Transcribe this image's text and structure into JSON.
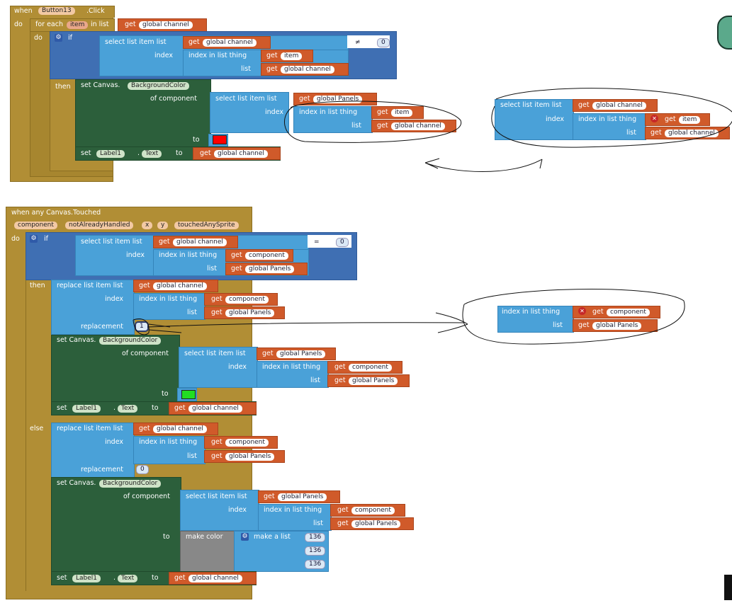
{
  "b1": {
    "when": "when",
    "button": "Button13",
    "click": ".Click",
    "do": "do",
    "foreach": "for each",
    "item": "item",
    "inlist": "in list",
    "get": "get",
    "gch": "global channel",
    "do2": "do",
    "if": "if",
    "sel": "select list item  list",
    "index": "index",
    "iil": "index in list  thing",
    "item2": "item",
    "list": "list",
    "neq": "≠",
    "zero": "0",
    "then": "then",
    "setc": "set Canvas.",
    "bg": "BackgroundColor",
    "ofc": "of component",
    "gp": "global Panels",
    "to": "to",
    "setl": "set",
    "label": "Label1",
    "dot": ".",
    "text": "Text",
    "red": "#ff0000"
  },
  "f1": {
    "sel": "select list item  list",
    "get": "get",
    "gch": "global channel",
    "index": "index",
    "iil": "index in list  thing",
    "item": "item",
    "list": "list"
  },
  "b2": {
    "when": "when any Canvas.Touched",
    "component": "component",
    "nah": "notAlreadyHandled",
    "x": "x",
    "y": "y",
    "tas": "touchedAnySprite",
    "do": "do",
    "if": "if",
    "sel": "select list item  list",
    "get": "get",
    "gch": "global channel",
    "index": "index",
    "iil": "index in list  thing",
    "comp": "component",
    "list": "list",
    "gp": "global Panels",
    "eq": "=",
    "zero": "0",
    "then": "then",
    "rep": "replace list item  list",
    "replacement": "replacement",
    "one": "1",
    "setc": "set Canvas.",
    "bg": "BackgroundColor",
    "ofc": "of component",
    "to": "to",
    "green": "#22dd22",
    "setl": "set",
    "label": "Label1",
    "dot": ".",
    "text": "Text",
    "else": "else",
    "makecolor": "make color",
    "makelist": "make a list",
    "n136": "136"
  },
  "f2": {
    "iil": "index in list  thing",
    "get": "get",
    "comp": "component",
    "list": "list",
    "gp": "global Panels"
  }
}
